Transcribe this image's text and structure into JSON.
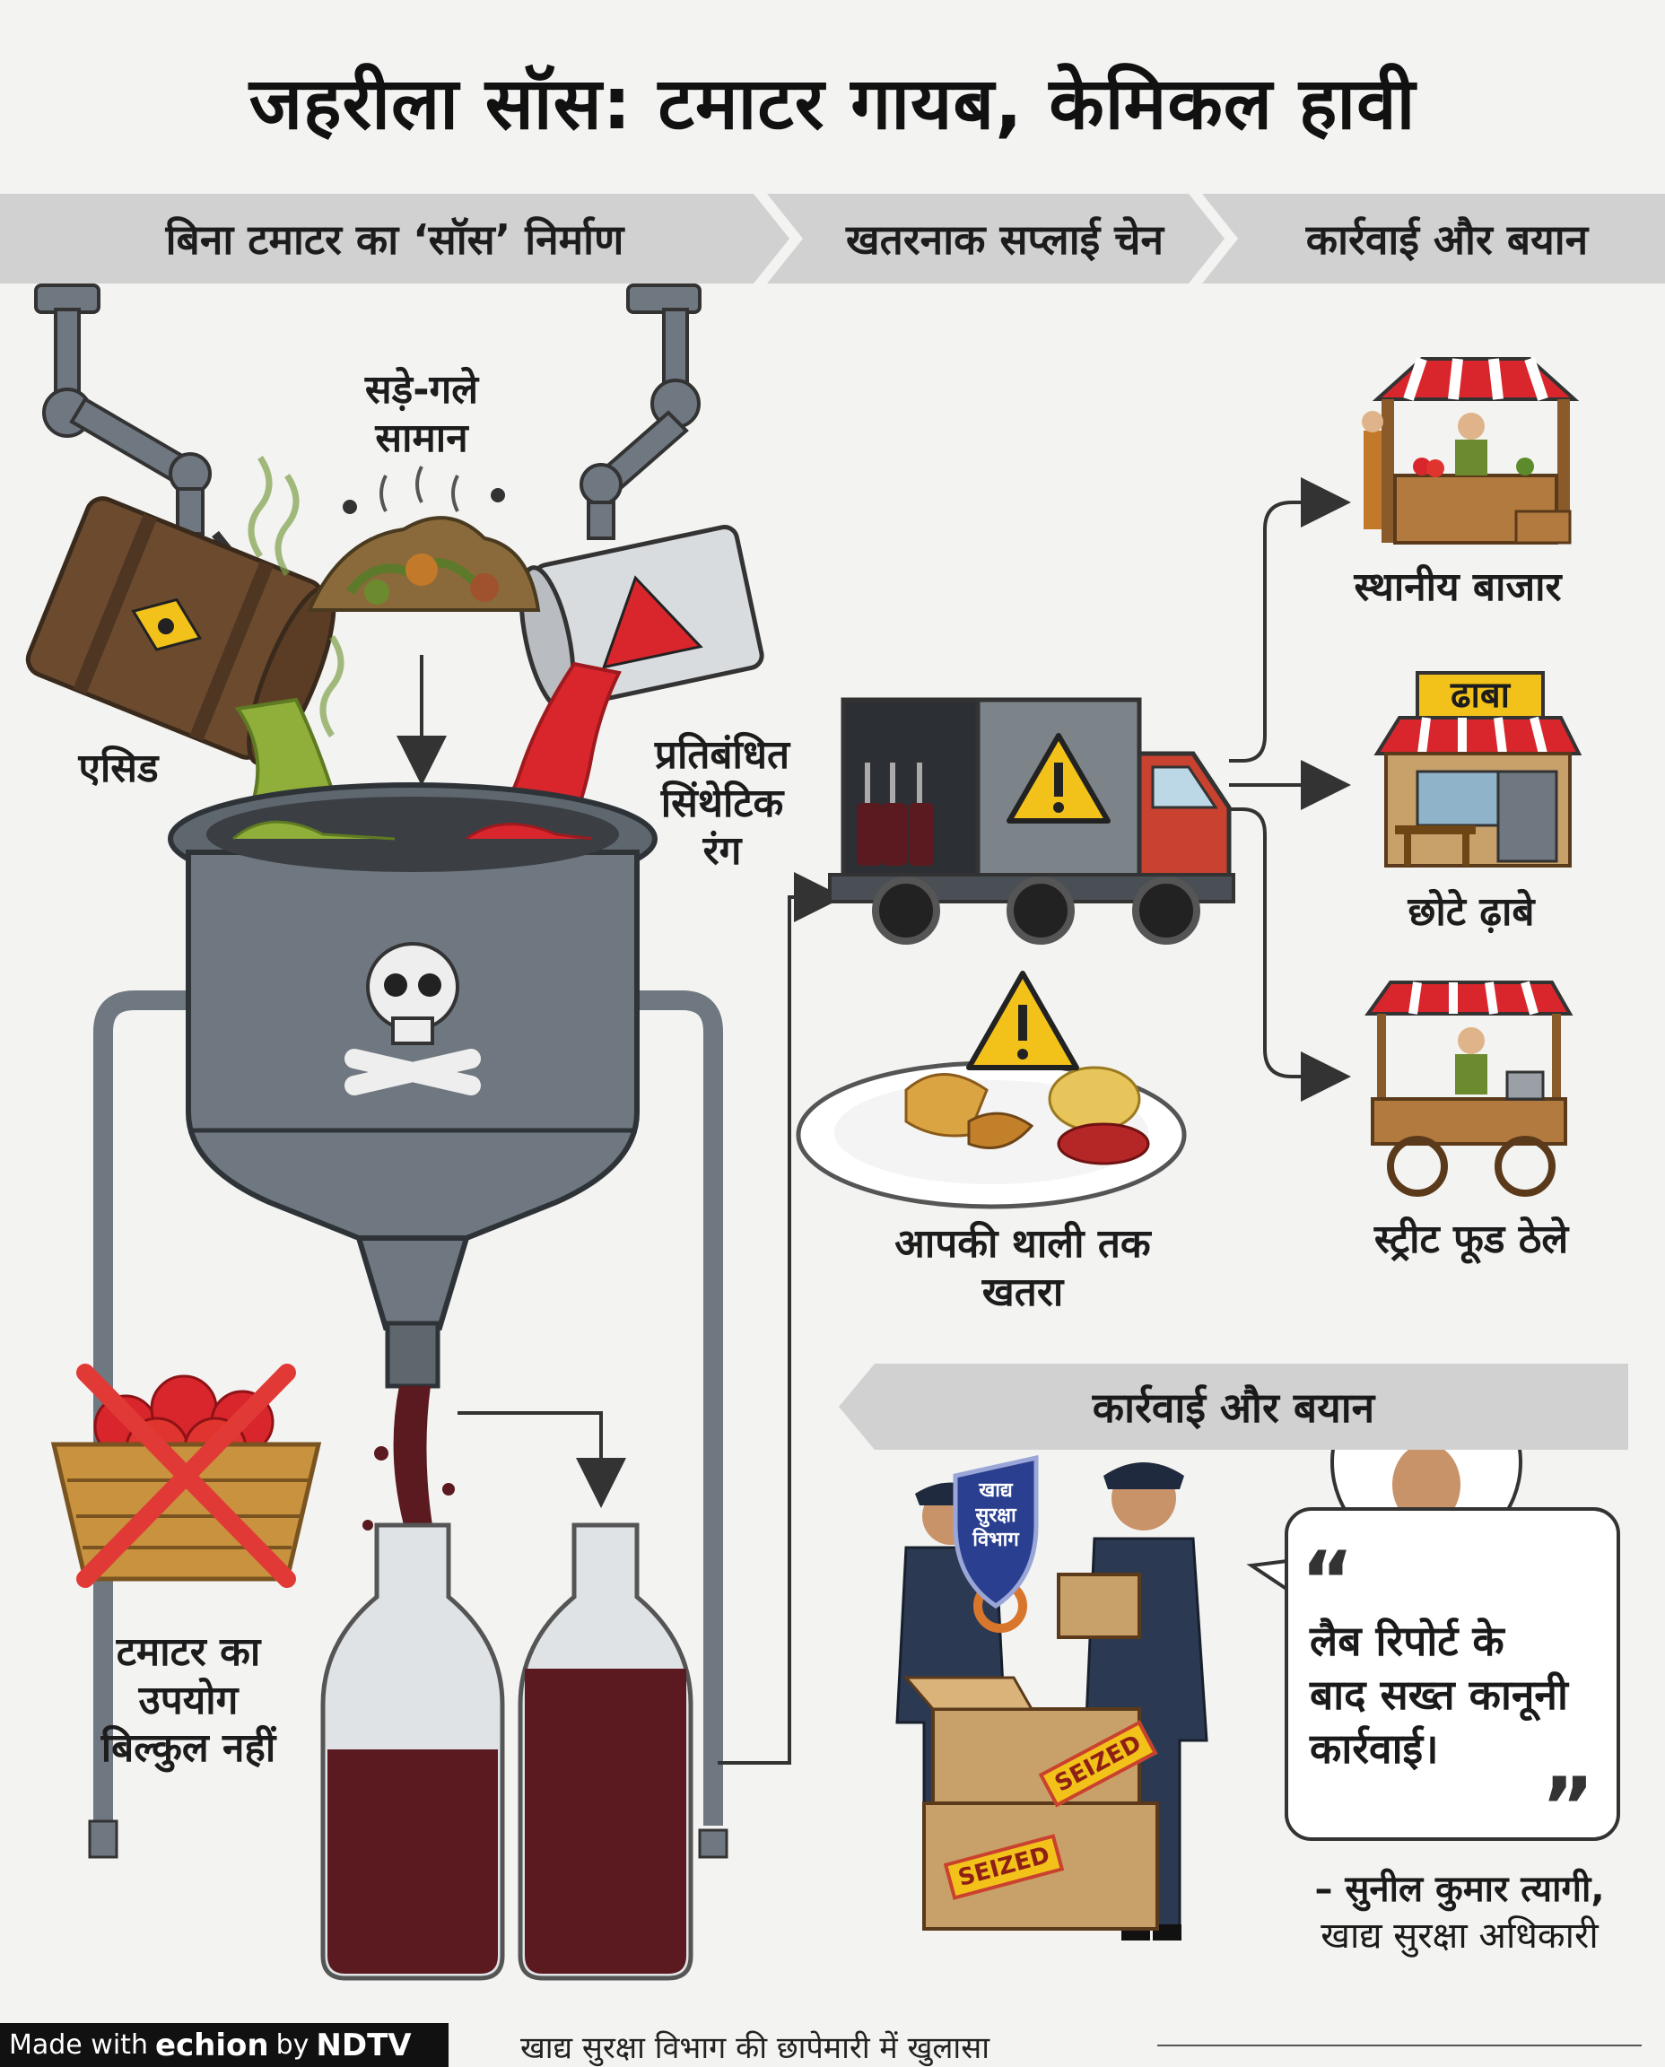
{
  "title": "जहरीला सॉस: टमाटर गायब, केमिकल हावी",
  "sections": {
    "manufacturing": "बिना टमाटर का ‘सॉस’ निर्माण",
    "supply_chain": "खतरनाक सप्लाई चेन",
    "action": "कार्रवाई और बयान"
  },
  "ingredients": {
    "rotten_line1": "सड़े-गले",
    "rotten_line2": "सामान",
    "acid": "एसिड",
    "color_line1": "प्रतिबंधित",
    "color_line2": "सिंथेटिक",
    "color_line3": "रंग"
  },
  "no_tomato": {
    "line1": "टमाटर का",
    "line2": "उपयोग",
    "line3": "बिल्कुल नहीं"
  },
  "destinations": {
    "market": "स्थानीय बाजार",
    "dhaba_sign": "ढाबा",
    "dhaba": "छोटे ढ़ाबे",
    "street": "स्ट्रीट फूड ठेले"
  },
  "plate": {
    "line1": "आपकी थाली तक",
    "line2": "खतरा"
  },
  "action_section": {
    "header": "कार्रवाई और बयान",
    "badge_line1": "खाद्य",
    "badge_line2": "सुरक्षा",
    "badge_line3": "विभाग",
    "seized": "SEIZED"
  },
  "quote": {
    "text_line1": "लैब रिपोर्ट के",
    "text_line2": "बाद सख्त कानूनी",
    "text_line3": "कार्रवाई।",
    "author": "– सुनील कुमार त्यागी,",
    "role": "खाद्य सुरक्षा अधिकारी"
  },
  "footer": {
    "made_with": "Made with",
    "brand": "echion",
    "by": "by",
    "network": "NDTV",
    "caption": "खाद्य सुरक्षा विभाग की छापेमारी में खुलासा"
  },
  "colors": {
    "background": "#f3f3f1",
    "band": "#d1d1d1",
    "tank": "#6f7780",
    "sauce": "#5a1a1f",
    "acid": "#8fae3a",
    "dye": "#d8262c",
    "warning": "#f2c21b",
    "truck_cab": "#c9412f",
    "uniform": "#2b3a52"
  }
}
